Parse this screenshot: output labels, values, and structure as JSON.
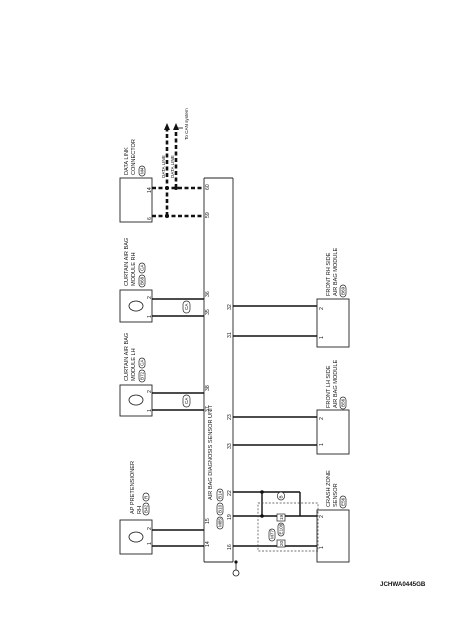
{
  "reference_code": "JCHWA0445GB",
  "central_unit": {
    "label": "AIR BAG DIAGNOSIS SENSOR UNIT",
    "codes": [
      "M85",
      "B10",
      "B14"
    ],
    "pins": {
      "p14": "14",
      "p15": "15",
      "p16": "16",
      "p19": "19",
      "p22": "22",
      "p23": "23",
      "p30": "30",
      "p31": "31",
      "p32": "32",
      "p33": "33",
      "p35": "35",
      "p36": "36",
      "p37": "37",
      "p38": "38",
      "p59": "59",
      "p60": "60"
    }
  },
  "components": {
    "pretensioner": {
      "label_line1": "AP PRETENSIONER",
      "label_line2": "RH",
      "code1": "B42",
      "code2": "R",
      "pin1": "1",
      "pin2": "2"
    },
    "curtain_lh": {
      "label_line1": "CURTAIN AIR BAG",
      "label_line2": "MODULE LH",
      "code1": "B72",
      "code2": "CA",
      "pin1": "1",
      "pin2": "2"
    },
    "curtain_rh": {
      "label_line1": "CURTAIN AIR BAG",
      "label_line2": "MODULE RH",
      "code1": "B68",
      "code2": "CA",
      "pin1": "1",
      "pin2": "2"
    },
    "data_link": {
      "label_line1": "DATA LINK",
      "label_line2": "CONNECTOR",
      "code": "M4",
      "pin6": "6",
      "pin14": "14"
    },
    "crash_zone": {
      "label_line1": "CRASH ZONE",
      "label_line2": "SENSOR",
      "code": "E56",
      "pin1": "1",
      "pin2": "2"
    },
    "front_lh_side": {
      "label_line1": "FRONT LH SIDE",
      "label_line2": "AIR BAG MODULE",
      "code": "B56",
      "pin1": "1",
      "pin2": "2"
    },
    "front_rh_side": {
      "label_line1": "FRONT RH SIDE",
      "label_line2": "AIR BAG MODULE",
      "code": "B69",
      "pin1": "1",
      "pin2": "2"
    }
  },
  "data_lines": {
    "line1": "DATA LINE",
    "line2": "DATA LINE",
    "destination": "To CAN system"
  },
  "ca_markers": {
    "m1": "CA",
    "m2": "CA"
  },
  "splice_codes": {
    "s1": "M77",
    "s2": "E108",
    "s3": "19",
    "s4": "20",
    "s5": "B"
  }
}
